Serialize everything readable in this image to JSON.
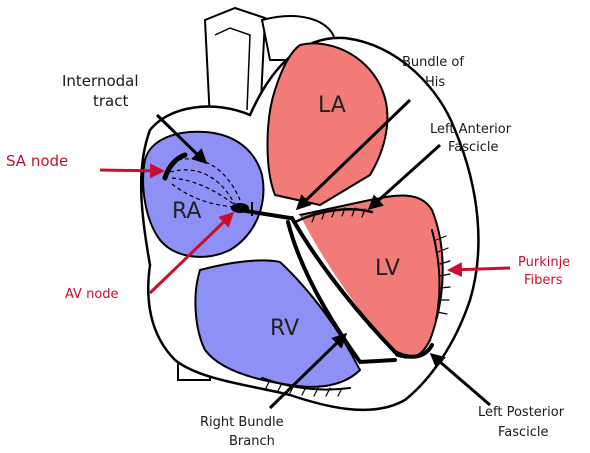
{
  "colors": {
    "atrium_blue": "#8f90f5",
    "ventricle_red": "#f27b78",
    "outline": "#000000",
    "label_red": "#c8102e",
    "label_black": "#1a1a1a",
    "arrow_red": "#c8102e",
    "arrow_black": "#000000"
  },
  "chambers": {
    "ra": "RA",
    "rv": "RV",
    "la": "LA",
    "lv": "LV"
  },
  "labels": {
    "internodal_line1": "Internodal",
    "internodal_line2": "tract",
    "sa_node": "SA node",
    "av_node": "AV node",
    "bundle_his_line1": "Bundle of",
    "bundle_his_line2": "His",
    "left_anterior_line1": "Left Anterior",
    "left_anterior_line2": "Fascicle",
    "purkinje_line1": "Purkinje",
    "purkinje_line2": "Fibers",
    "right_bundle_line1": "Right Bundle",
    "right_bundle_line2": "Branch",
    "left_posterior_line1": "Left Posterior",
    "left_posterior_line2": "Fascicle"
  }
}
